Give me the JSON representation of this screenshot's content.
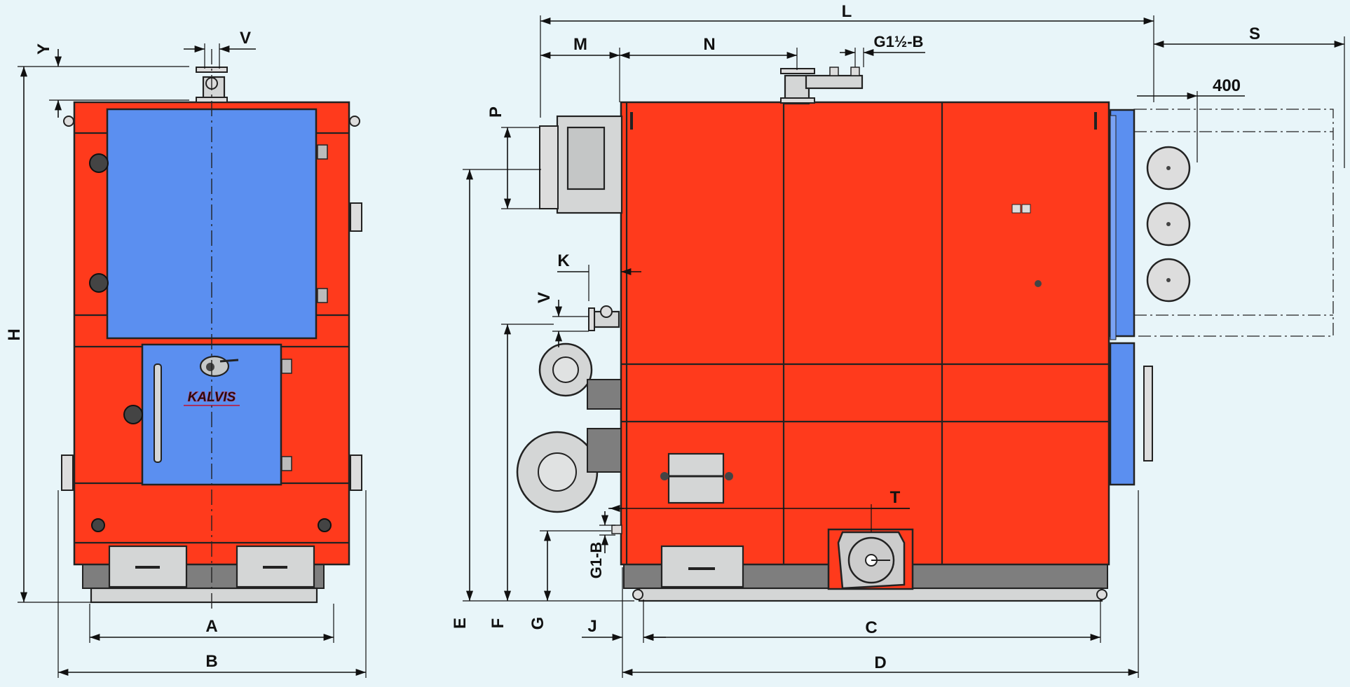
{
  "labels": {
    "Y": "Y",
    "V_top": "V",
    "H": "H",
    "A": "A",
    "B": "B",
    "L": "L",
    "M": "M",
    "N": "N",
    "G_top": "G1½-B",
    "P": "P",
    "S": "S",
    "s400": "400",
    "K": "K",
    "V_side": "V",
    "E": "E",
    "F": "F",
    "G": "G",
    "G1B": "G1-B",
    "J": "J",
    "C": "C",
    "D": "D",
    "T": "T"
  },
  "brand": "KALVIS",
  "colors": {
    "background": "#e8f5f9",
    "body": "#ff3a1c",
    "door": "#5b8ff0",
    "fitting": "#d4d6d6",
    "base": "#7e7e7e"
  }
}
